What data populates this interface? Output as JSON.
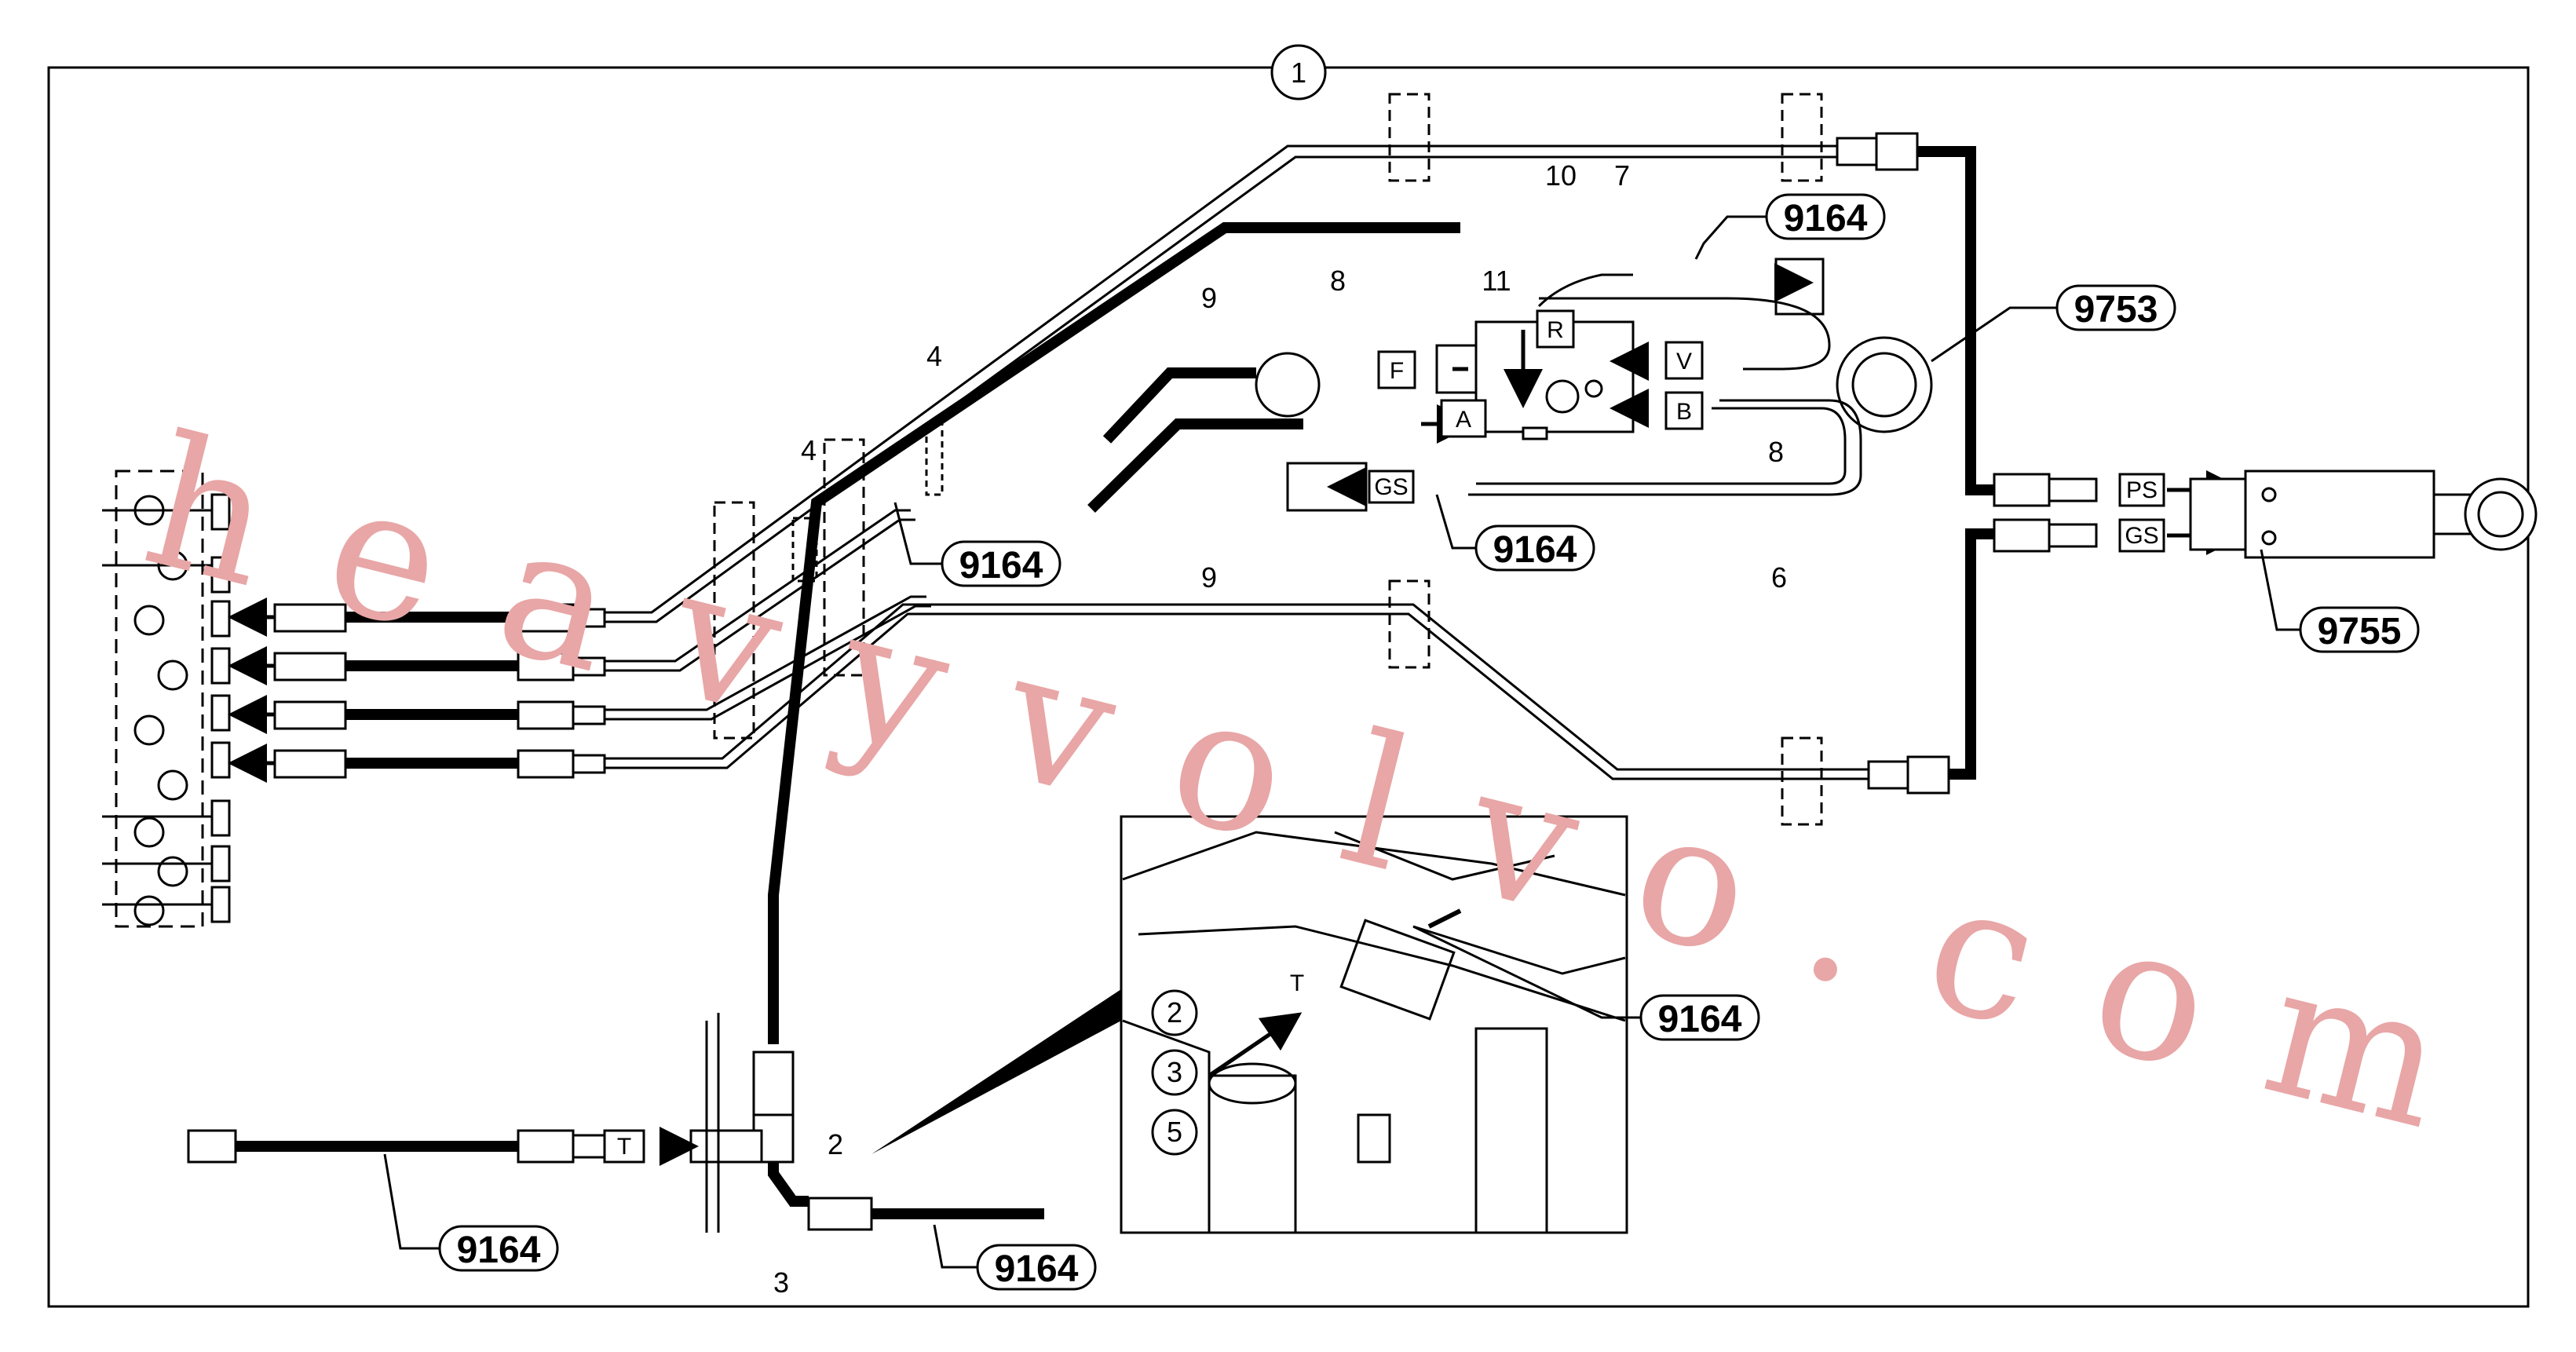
{
  "diagram": {
    "frame_label": "1",
    "callouts": [
      "9164",
      "9753",
      "9164",
      "9164",
      "9164",
      "9164",
      "9164",
      "9755"
    ],
    "part_numbers": [
      "10",
      "7",
      "11",
      "8",
      "8",
      "9",
      "9",
      "4",
      "4",
      "6",
      "2",
      "3"
    ],
    "port_labels": [
      "R",
      "F",
      "V",
      "A",
      "B",
      "GS",
      "PS",
      "GS",
      "T"
    ],
    "inset": {
      "circles": [
        "2",
        "3",
        "5"
      ],
      "marker": "T",
      "callout": "9164"
    }
  },
  "watermark": "heavyvolvo.com",
  "colors": {
    "line": "#000000",
    "watermark": "#e8a6a6",
    "background": "#ffffff"
  }
}
